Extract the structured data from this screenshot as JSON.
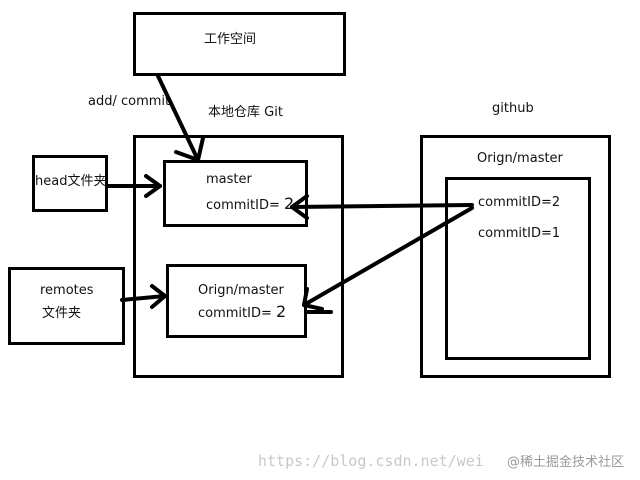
{
  "workspace": {
    "label": "工作空间"
  },
  "edge_label_add_commit": "add/ commit",
  "local_repo": {
    "title": "本地仓库 Git",
    "master_box": {
      "name": "master",
      "commit_prefix": "commitID=",
      "commit_value": "2"
    },
    "origin_box": {
      "name": "Orign/master",
      "commit_prefix": "commitID=",
      "commit_value": "2"
    }
  },
  "head_folder": {
    "label": "head文件夹"
  },
  "remotes_folder": {
    "line1": "remotes",
    "line2": "文件夹"
  },
  "github": {
    "title": "github",
    "remote_label": "Orign/master",
    "commits": [
      "commitID=2",
      "commitID=1"
    ]
  },
  "watermark": {
    "url": "https://blog.csdn.net/wei",
    "credit": "@稀土掘金技术社区"
  }
}
